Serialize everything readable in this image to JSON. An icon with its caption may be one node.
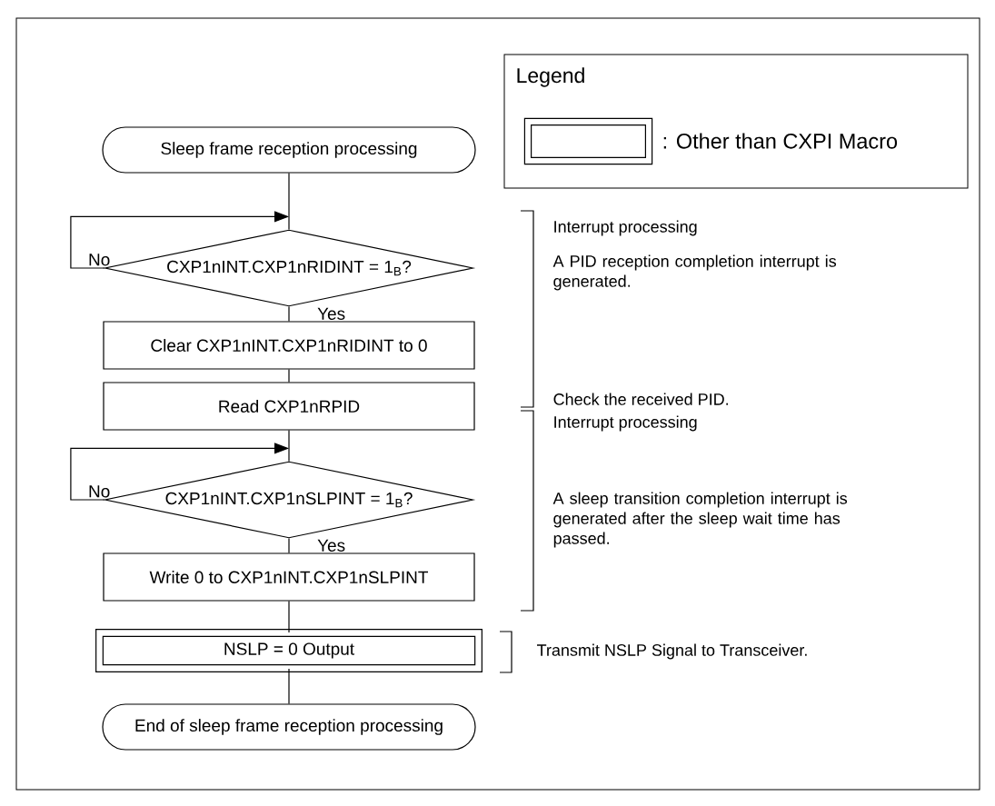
{
  "diagram": {
    "nodes": [
      {
        "text": [
          "Sleep frame reception processing"
        ]
      },
      {
        "text": [
          "CXP1nINT.CXP1nRIDINT = 1$_{B}$?"
        ]
      },
      {
        "text": [
          "Clear CXP1nINT.CXP1nRIDINT to 0"
        ]
      },
      {
        "text": [
          "Read CXP1nRPID"
        ]
      },
      {
        "text": [
          "CXP1nINT.CXP1nSLPINT = 1$_{B}$?"
        ]
      },
      {
        "text": [
          "Write 0 to CXP1nINT.CXP1nSLPINT"
        ]
      },
      {
        "text": [
          "NSLP = 0 Output"
        ]
      },
      {
        "text": [
          "End of sleep frame reception processing"
        ]
      }
    ],
    "edges": [
      {
        "from": 0,
        "to": 1,
        "arrow": "none"
      },
      {
        "from": 1,
        "to": 1,
        "arrow": "to",
        "label": "No"
      },
      {
        "from": 1,
        "to": 2,
        "arrow": "none",
        "label": "Yes"
      },
      {
        "from": 2,
        "to": 3,
        "arrow": "none"
      },
      {
        "from": 3,
        "to": 4,
        "arrow": "none"
      },
      {
        "from": 4,
        "to": 4,
        "arrow": "to",
        "label": "No"
      },
      {
        "from": 4,
        "to": 5,
        "arrow": "none",
        "label": "Yes"
      },
      {
        "from": 5,
        "to": 6,
        "arrow": "none"
      },
      {
        "from": 6,
        "to": 7,
        "arrow": "none"
      }
    ],
    "labels": [
      "Legend",
      "Interrupt processing",
      "A PID reception completion interrupt is generated.",
      "Check the received PID.",
      "Interrupt processing",
      "A sleep transition completion interrupt is generated after the sleep wait time has passed.",
      "Transmit NSLP Signal to Transceiver."
    ],
    "legend": [
      {
        "text": ": Other than CXPI Macro"
      }
    ]
  }
}
